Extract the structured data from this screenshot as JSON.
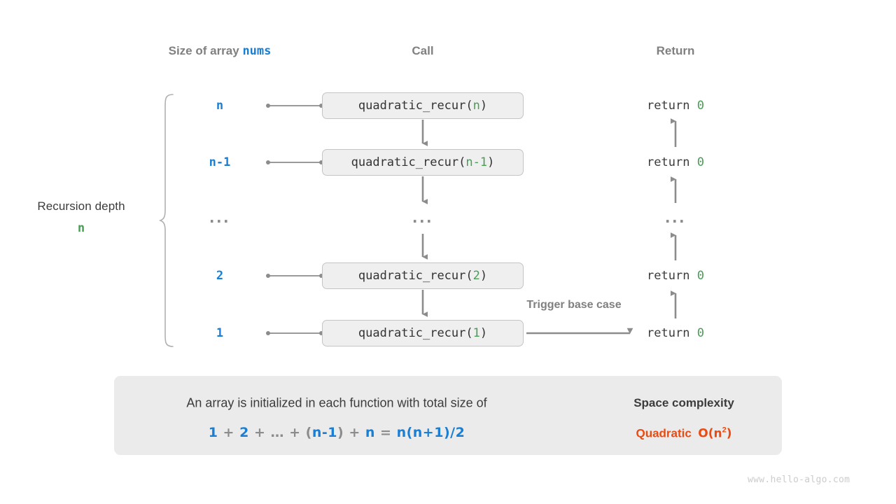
{
  "headers": {
    "size": {
      "prefix": "Size of array",
      "code": "nums"
    },
    "call": "Call",
    "return": "Return"
  },
  "left_label": {
    "title": "Recursion depth",
    "value": "n"
  },
  "rows": [
    {
      "size": "n",
      "call_name": "quadratic_recur(",
      "call_arg": "n",
      "call_close": ")",
      "return_prefix": "return ",
      "return_value": "0"
    },
    {
      "size": "n-1",
      "call_name": "quadratic_recur(",
      "call_arg": "n-1",
      "call_close": ")",
      "return_prefix": "return ",
      "return_value": "0"
    },
    {
      "size": "...",
      "call_name": "...",
      "call_arg": "",
      "call_close": "",
      "return_prefix": "...",
      "return_value": ""
    },
    {
      "size": "2",
      "call_name": "quadratic_recur(",
      "call_arg": "2",
      "call_close": ")",
      "return_prefix": "return ",
      "return_value": "0"
    },
    {
      "size": "1",
      "call_name": "quadratic_recur(",
      "call_arg": "1",
      "call_close": ")",
      "return_prefix": "return ",
      "return_value": "0"
    }
  ],
  "trigger_label": "Trigger base case",
  "summary": {
    "sentence": "An array is initialized in each function with total size of",
    "formula": {
      "t1": "1",
      "o1": "+",
      "t2": "2",
      "o2": "+",
      "t3": "…",
      "o3": "+",
      "p_open": "(",
      "t4": "n-1",
      "p_close": ")",
      "o4": "+",
      "t5": "n",
      "eq": "=",
      "t6": "n(n+1)/2"
    },
    "complexity_title": "Space complexity",
    "complexity_word": "Quadratic",
    "complexity_big_o": "O(n",
    "complexity_exp": "2",
    "complexity_big_o_close": ")"
  },
  "watermark": "www.hello-algo.com",
  "colors": {
    "blue": "#1a7fd4",
    "green": "#4a9c57",
    "orange": "#eb4a10",
    "gray_text": "#808080",
    "dark_text": "#3c3c3c",
    "box_bg": "#efefef",
    "box_border": "#c4c4c4",
    "panel_bg": "#ebebeb",
    "arrow": "#8c8c8c"
  }
}
